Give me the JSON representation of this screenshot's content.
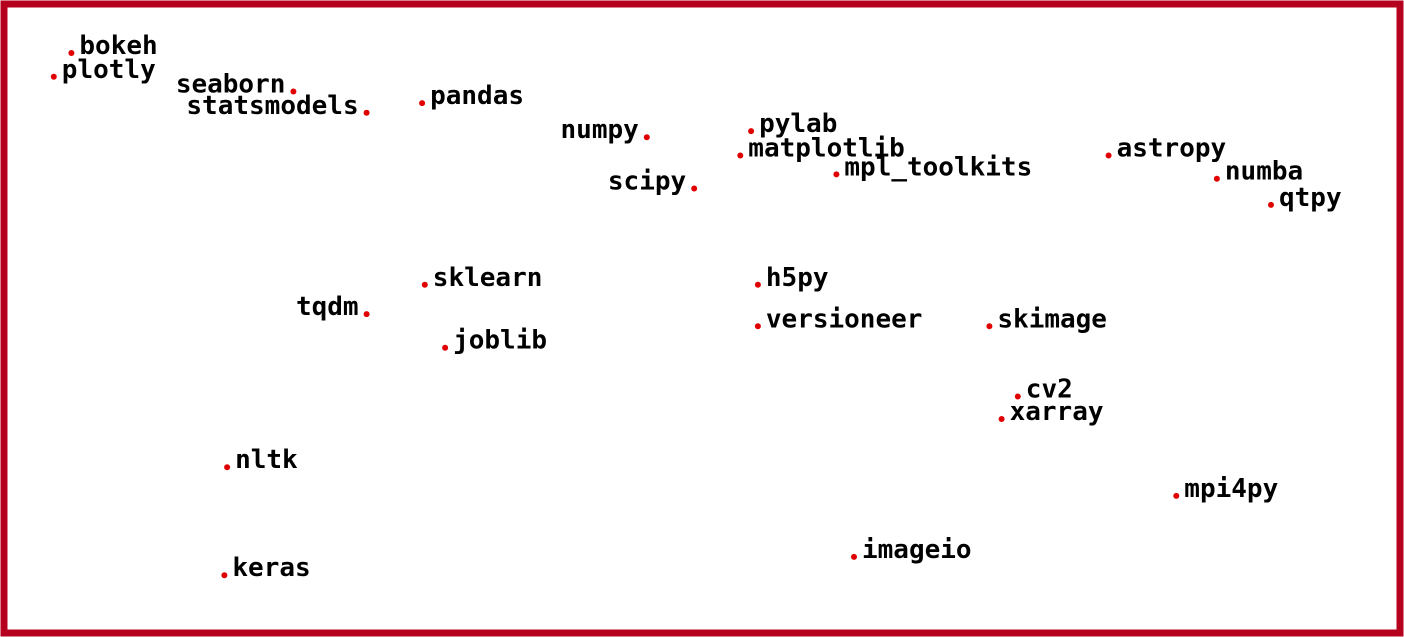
{
  "chart_data": {
    "type": "scatter",
    "title": "",
    "xlabel": "",
    "ylabel": "",
    "grid": false,
    "legend": "none",
    "axes_visible": false,
    "xlim": [
      0,
      1
    ],
    "ylim": [
      0,
      1
    ],
    "marker_color": "#e00000",
    "frame_color": "#b5001e",
    "points": [
      {
        "label": "bokeh",
        "x": 0.035,
        "y": 0.936,
        "side": "right"
      },
      {
        "label": "plotly",
        "x": 0.022,
        "y": 0.897,
        "side": "right"
      },
      {
        "label": "seaborn",
        "x": 0.199,
        "y": 0.873,
        "side": "left"
      },
      {
        "label": "statsmodels",
        "x": 0.253,
        "y": 0.838,
        "side": "left"
      },
      {
        "label": "pandas",
        "x": 0.294,
        "y": 0.854,
        "side": "right"
      },
      {
        "label": "numpy",
        "x": 0.46,
        "y": 0.798,
        "side": "left"
      },
      {
        "label": "pylab",
        "x": 0.537,
        "y": 0.808,
        "side": "right"
      },
      {
        "label": "matplotlib",
        "x": 0.529,
        "y": 0.768,
        "side": "right"
      },
      {
        "label": "mpl_toolkits",
        "x": 0.6,
        "y": 0.737,
        "side": "right"
      },
      {
        "label": "scipy",
        "x": 0.495,
        "y": 0.714,
        "side": "left"
      },
      {
        "label": "astropy",
        "x": 0.801,
        "y": 0.768,
        "side": "right"
      },
      {
        "label": "numba",
        "x": 0.881,
        "y": 0.73,
        "side": "right"
      },
      {
        "label": "qtpy",
        "x": 0.921,
        "y": 0.687,
        "side": "right"
      },
      {
        "label": "sklearn",
        "x": 0.296,
        "y": 0.556,
        "side": "right"
      },
      {
        "label": "h5py",
        "x": 0.542,
        "y": 0.556,
        "side": "right"
      },
      {
        "label": "tqdm",
        "x": 0.253,
        "y": 0.508,
        "side": "left"
      },
      {
        "label": "versioneer",
        "x": 0.542,
        "y": 0.488,
        "side": "right"
      },
      {
        "label": "skimage",
        "x": 0.713,
        "y": 0.488,
        "side": "right"
      },
      {
        "label": "joblib",
        "x": 0.311,
        "y": 0.453,
        "side": "right"
      },
      {
        "label": "cv2",
        "x": 0.734,
        "y": 0.373,
        "side": "right"
      },
      {
        "label": "xarray",
        "x": 0.722,
        "y": 0.336,
        "side": "right"
      },
      {
        "label": "nltk",
        "x": 0.15,
        "y": 0.257,
        "side": "right"
      },
      {
        "label": "mpi4py",
        "x": 0.851,
        "y": 0.21,
        "side": "right"
      },
      {
        "label": "imageio",
        "x": 0.613,
        "y": 0.11,
        "side": "right"
      },
      {
        "label": "keras",
        "x": 0.148,
        "y": 0.08,
        "side": "right"
      }
    ]
  }
}
